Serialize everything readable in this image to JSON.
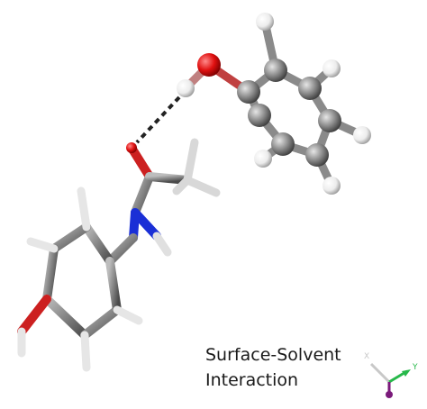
{
  "caption": {
    "line1": "Surface-Solvent",
    "line2": "Interaction"
  },
  "axes_triad": {
    "x_label": "X",
    "y_label": "Y"
  },
  "colors": {
    "carbon": "#8a8a8a",
    "hydrogen": "#f2f2f2",
    "oxygen": "#e01010",
    "nitrogen": "#1a2fd6",
    "hbond": "#222222",
    "axis_x": "#c8c8c8",
    "axis_y": "#27b84a",
    "axis_z": "#7a1a7a"
  }
}
